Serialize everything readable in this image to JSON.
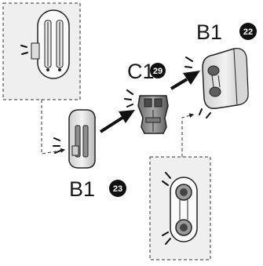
{
  "parts": {
    "b1_22": {
      "letters": "B1",
      "number": "22"
    },
    "c1_29": {
      "letters": "C1",
      "number": "29"
    },
    "b1_23": {
      "letters": "B1",
      "number": "23"
    }
  }
}
